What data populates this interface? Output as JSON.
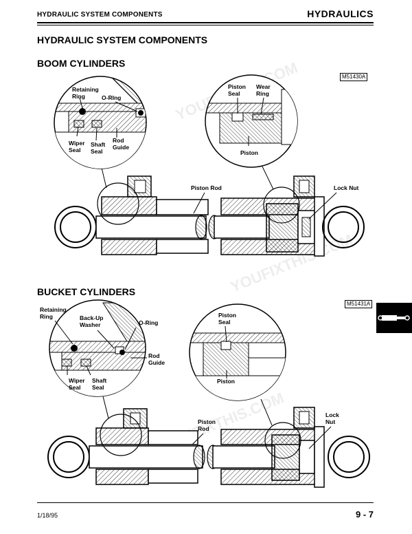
{
  "header": {
    "left": "HYDRAULIC SYSTEM COMPONENTS",
    "right": "HYDRAULICS"
  },
  "title": "HYDRAULIC SYSTEM COMPONENTS",
  "boom": {
    "heading": "BOOM CYLINDERS",
    "figure_id": "M51430A",
    "labels": {
      "retaining_ring": [
        "Retaining",
        "Ring"
      ],
      "o_ring": "O-RIng",
      "wiper_seal": [
        "Wiper",
        "Seal"
      ],
      "shaft_seal": [
        "Shaft",
        "Seal"
      ],
      "rod_guide": [
        "Rod",
        "Guide"
      ],
      "piston_seal": [
        "Piston",
        "Seal"
      ],
      "wear_ring": [
        "Wear",
        "Ring"
      ],
      "piston": "Piston",
      "piston_rod": "Piston Rod",
      "lock_nut": "Lock Nut"
    }
  },
  "bucket": {
    "heading": "BUCKET CYLINDERS",
    "figure_id": "M51431A",
    "labels": {
      "retaining_ring": [
        "Retaining",
        "Ring"
      ],
      "back_up_washer": [
        "Back-Up",
        "Washer"
      ],
      "o_ring": "O-Ring",
      "rod_guide": [
        "Rod",
        "Guide"
      ],
      "wiper_seal": [
        "Wiper",
        "Seal"
      ],
      "shaft_seal": [
        "Shaft",
        "Seal"
      ],
      "piston_seal": [
        "Piston",
        "Seal"
      ],
      "piston": "Piston",
      "piston_rod": [
        "Piston",
        "Rod"
      ],
      "lock_nut": [
        "Lock",
        "Nut"
      ]
    }
  },
  "watermark": "YOUFIXTHIS.COM",
  "footer": {
    "date": "1/18/95",
    "page": "9 - 7"
  },
  "colors": {
    "ink": "#000000",
    "paper": "#ffffff",
    "tab": "#000000"
  }
}
